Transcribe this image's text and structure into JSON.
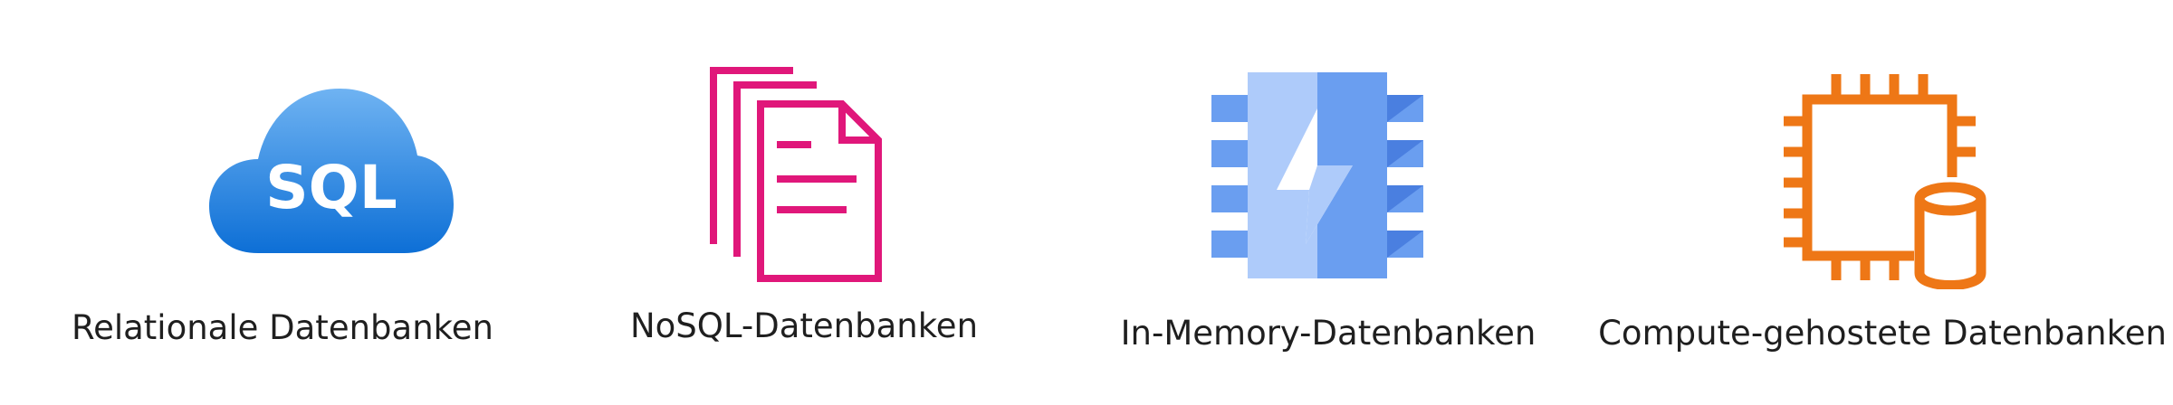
{
  "categories": [
    {
      "label": "Relationale Datenbanken",
      "icon": "sql-cloud-icon",
      "icon_text": "SQL",
      "color": "#1a7fdc"
    },
    {
      "label": "NoSQL-Datenbanken",
      "icon": "document-stack-icon",
      "color": "#e0177a"
    },
    {
      "label": "In-Memory-Datenbanken",
      "icon": "memory-chip-icon",
      "color": "#6a9ef0"
    },
    {
      "label": "Compute-gehostete Datenbanken",
      "icon": "chip-database-icon",
      "color": "#ee7716"
    }
  ]
}
